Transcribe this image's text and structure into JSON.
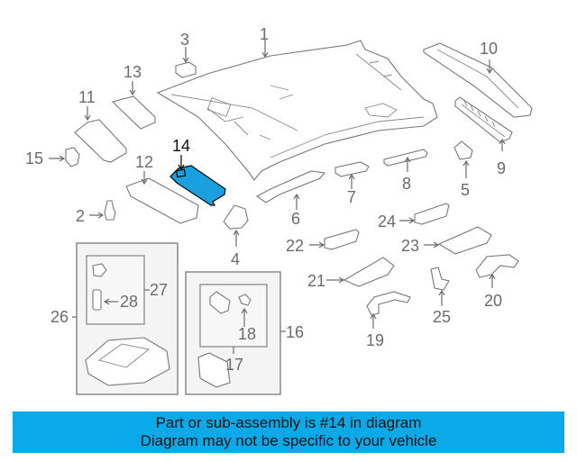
{
  "diagram": {
    "highlighted_part": "14",
    "highlight_color": "#1aa0df",
    "callouts": [
      "1",
      "2",
      "3",
      "4",
      "5",
      "6",
      "7",
      "8",
      "9",
      "10",
      "11",
      "12",
      "13",
      "14",
      "15",
      "16",
      "17",
      "18",
      "19",
      "20",
      "21",
      "22",
      "23",
      "24",
      "25",
      "26",
      "27",
      "28"
    ]
  },
  "banner": {
    "line1": "Part or sub-assembly is #14 in diagram",
    "line2": "Diagram may not be specific to your vehicle",
    "background": "#0ca9e8"
  }
}
